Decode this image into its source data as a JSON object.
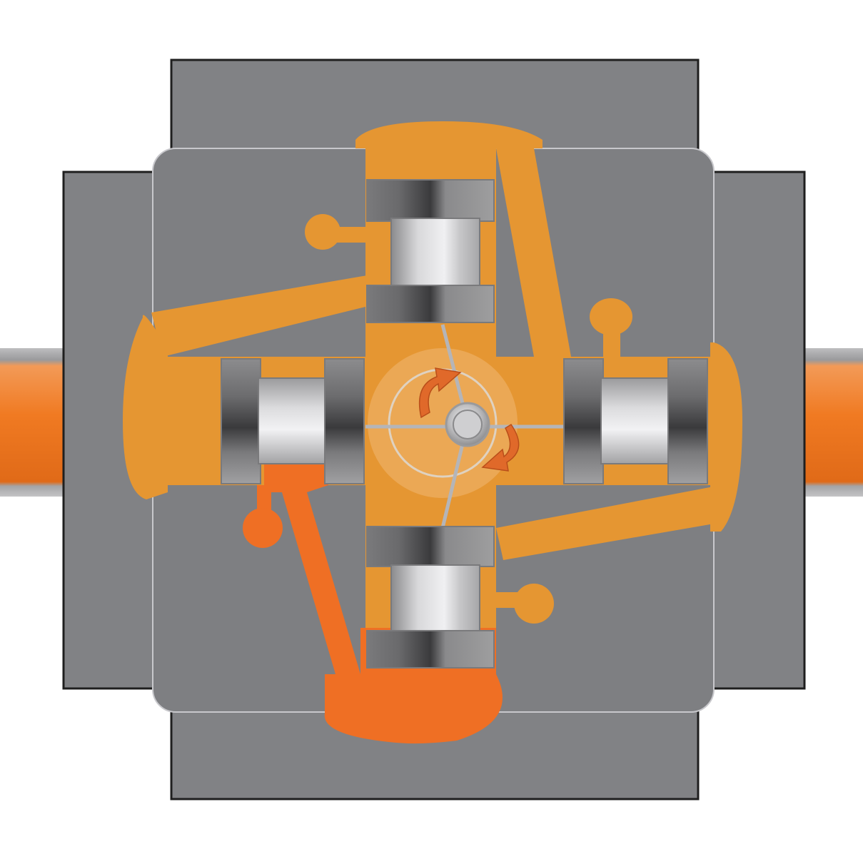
{
  "diagram": {
    "type": "cross-section schematic",
    "text_labels": [],
    "colors": {
      "background": "#ffffff",
      "housing_outer": "#818285",
      "housing_inner": "#7d7e81",
      "housing_outline": "#1f1f1f",
      "fluid_light": "#e59632",
      "fluid_dark": "#ef6f24",
      "rotor_center": "#f0b872",
      "linkage": "#b5b5b8",
      "rotation_arrow": "#e0692a"
    },
    "components": {
      "pistons": [
        "top",
        "bottom",
        "left",
        "right"
      ],
      "ports": [
        "left-pipe",
        "right-pipe"
      ],
      "rotation_arrows": 2
    }
  }
}
